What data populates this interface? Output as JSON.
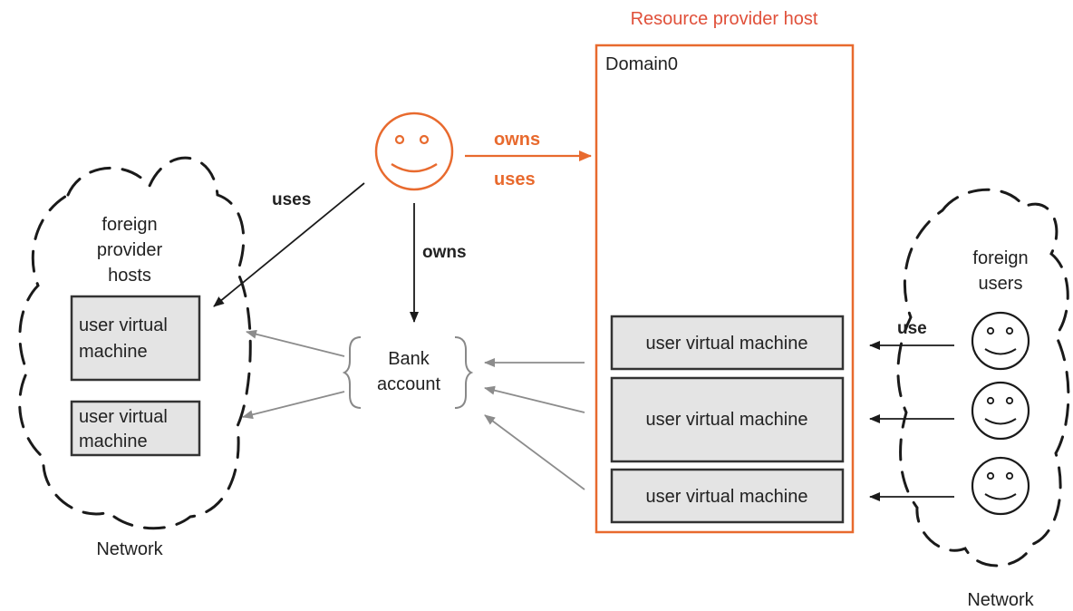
{
  "resource_host": {
    "title": "Resource provider host",
    "domain_label": "Domain0",
    "vms": [
      "user virtual machine",
      "user virtual machine",
      "user virtual machine"
    ]
  },
  "owner_edges": {
    "owns_host": "owns",
    "uses_host": "uses",
    "uses_foreign": "uses",
    "owns_bank": "owns"
  },
  "bank": {
    "line1": "Bank",
    "line2": "account"
  },
  "foreign_hosts": {
    "line1": "foreign",
    "line2": "provider",
    "line3": "hosts",
    "vms": [
      {
        "line1": "user virtual",
        "line2": "machine"
      },
      {
        "line1": "user virtual",
        "line2": "machine"
      }
    ],
    "network_label": "Network"
  },
  "foreign_users": {
    "line1": "foreign",
    "line2": "users",
    "use_label": "use",
    "network_label": "Network"
  },
  "colors": {
    "accent_orange": "#e86a2e",
    "title_red": "#e0503a",
    "vm_fill": "#e4e4e4",
    "grey_arrow": "#8c8c8c"
  }
}
